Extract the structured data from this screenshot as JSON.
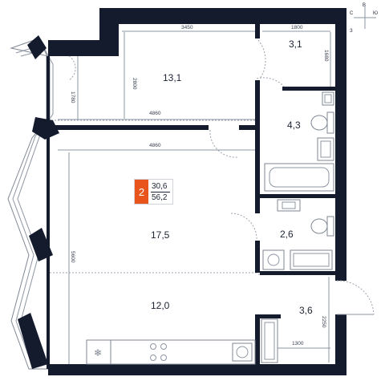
{
  "compass": {
    "n": "С",
    "e": "В",
    "s": "Ю",
    "w": "З"
  },
  "apartment": {
    "rooms": "2",
    "living_area": "30,6",
    "total_area": "56,2"
  },
  "rooms": {
    "bedroom": "13,1",
    "wc_small": "3,1",
    "bathroom": "4,3",
    "living_room": "17,5",
    "wc": "2,6",
    "kitchen": "12,0",
    "hall": "3,6"
  },
  "dimensions": {
    "bedroom_width": "3450",
    "wc_width": "1800",
    "bedroom_depth": "2800",
    "wc_depth": "1680",
    "loggia_depth": "1780",
    "wall_span_top": "4860",
    "wall_span_mid": "4860",
    "living_depth": "5600",
    "hall_depth": "2250",
    "hall_width": "1300"
  }
}
